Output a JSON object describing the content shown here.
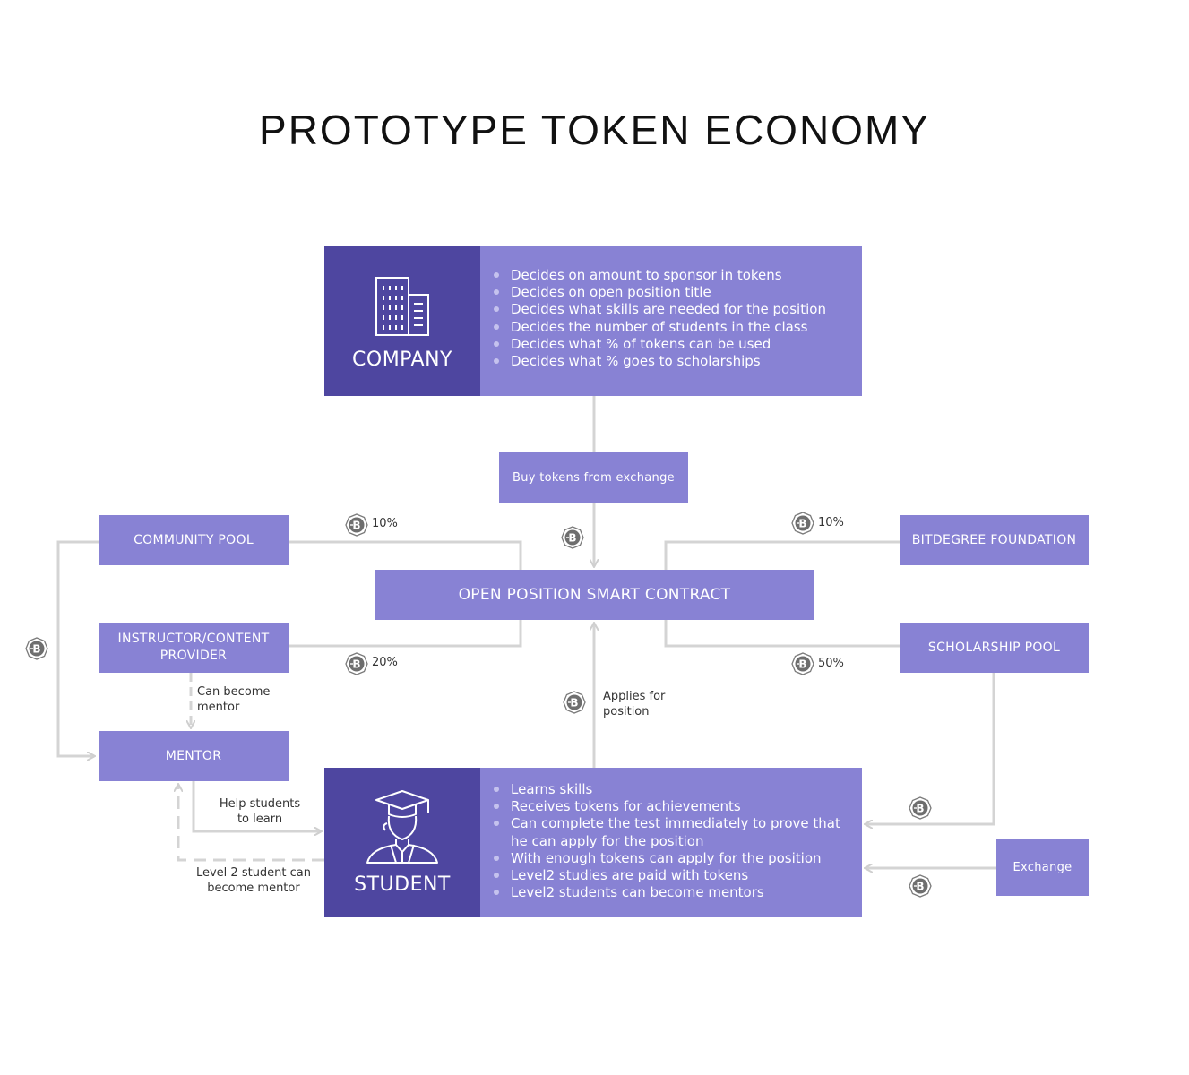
{
  "title": "PROTOTYPE TOKEN ECONOMY",
  "company": {
    "name": "COMPANY",
    "items": [
      "Decides on amount to sponsor in tokens",
      "Decides on open position title",
      "Decides what skills are needed for the position",
      "Decides the number of students in the class",
      "Decides what % of tokens can be used",
      "Decides what % goes to scholarships"
    ]
  },
  "buy_tokens": "Buy tokens from exchange",
  "community_pool": "COMMUNITY POOL",
  "bitdegree_foundation": "BITDEGREE FOUNDATION",
  "smart_contract": "OPEN POSITION SMART CONTRACT",
  "instructor": "INSTRUCTOR/CONTENT PROVIDER",
  "scholarship_pool": "SCHOLARSHIP POOL",
  "mentor": "MENTOR",
  "exchange": "Exchange",
  "percents": {
    "community": "10%",
    "foundation": "10%",
    "instructor": "20%",
    "scholarship": "50%"
  },
  "labels": {
    "can_become_mentor": "Can become mentor",
    "applies": "Applies for position",
    "help_students": "Help students to learn",
    "level2": "Level 2 student can become mentor"
  },
  "student": {
    "name": "STUDENT",
    "items": [
      "Learns skills",
      "Receives tokens for achievements",
      "Can complete the test immediately to prove that he can apply for the position",
      "With enough tokens can apply for the position",
      "Level2 studies are paid with tokens",
      "Level2 students can become mentors"
    ]
  },
  "colors": {
    "box": "#8882d4",
    "dark": "#4e46a0",
    "connector": "#d4d4d4"
  }
}
